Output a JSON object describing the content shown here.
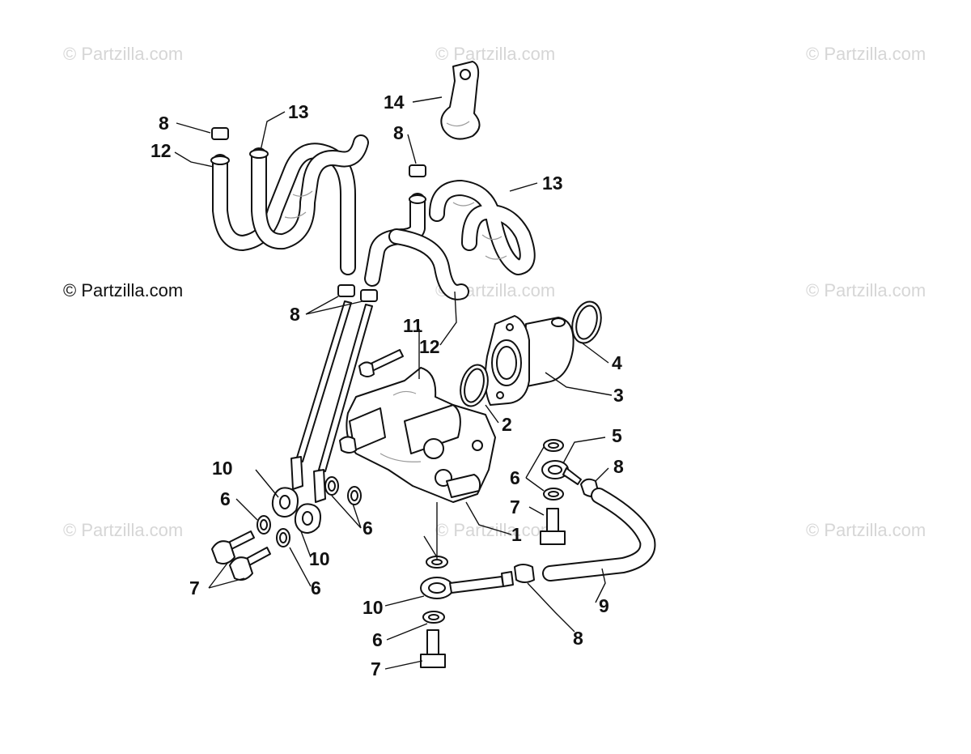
{
  "watermarks": {
    "faint": [
      "© Partzilla.com",
      "© Partzilla.com",
      "© Partzilla.com",
      "© Partzilla.com",
      "© Partzilla.com",
      "© Partzilla.com",
      "© Partzilla.com",
      "© Partzilla.com"
    ],
    "dark": "© Partzilla.com"
  },
  "callouts": {
    "c14": "14",
    "c13a": "13",
    "c13b": "13",
    "c8a": "8",
    "c8b": "8",
    "c8c": "8",
    "c8d": "8",
    "c8e": "8",
    "c12a": "12",
    "c12b": "12",
    "c11": "11",
    "c4": "4",
    "c3": "3",
    "c2": "2",
    "c5": "5",
    "c1": "1",
    "c10a": "10",
    "c10b": "10",
    "c10c": "10",
    "c6a": "6",
    "c6b": "6",
    "c6c": "6",
    "c6d": "6",
    "c6e": "6",
    "c7a": "7",
    "c7b": "7",
    "c7c": "7",
    "c9": "9"
  }
}
